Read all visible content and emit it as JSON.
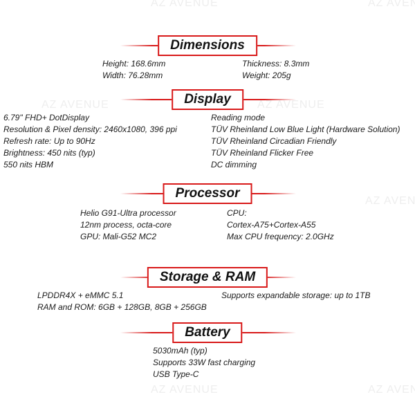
{
  "watermark": "AZ AVENUE",
  "sections": {
    "dimensions": {
      "title": "Dimensions",
      "left": [
        "Height: 168.6mm",
        "Width: 76.28mm"
      ],
      "right": [
        "Thickness: 8.3mm",
        "Weight: 205g"
      ]
    },
    "display": {
      "title": "Display",
      "left": [
        "6.79\" FHD+ DotDisplay",
        "Resolution & Pixel density: 2460x1080, 396 ppi",
        "Refresh rate: Up to 90Hz",
        "Brightness: 450 nits (typ)",
        "550 nits HBM"
      ],
      "right": [
        "Reading mode",
        "TÜV Rheinland Low Blue Light (Hardware Solution)",
        "TÜV Rheinland Circadian Friendly",
        "TÜV Rheinland Flicker Free",
        "DC dimming"
      ]
    },
    "processor": {
      "title": "Processor",
      "left": [
        "Helio G91-Ultra processor",
        "12nm process, octa-core",
        "GPU: Mali-G52 MC2"
      ],
      "right": [
        "CPU:",
        "Cortex-A75+Cortex-A55",
        "Max CPU frequency: 2.0GHz"
      ]
    },
    "storage": {
      "title": "Storage & RAM",
      "left": [
        "LPDDR4X + eMMC 5.1",
        "RAM and ROM: 6GB + 128GB, 8GB + 256GB"
      ],
      "right": [
        "Supports expandable storage: up to 1TB"
      ]
    },
    "battery": {
      "title": "Battery",
      "left": [
        "5030mAh (typ)",
        "Supports 33W fast charging",
        "USB Type-C"
      ]
    }
  }
}
